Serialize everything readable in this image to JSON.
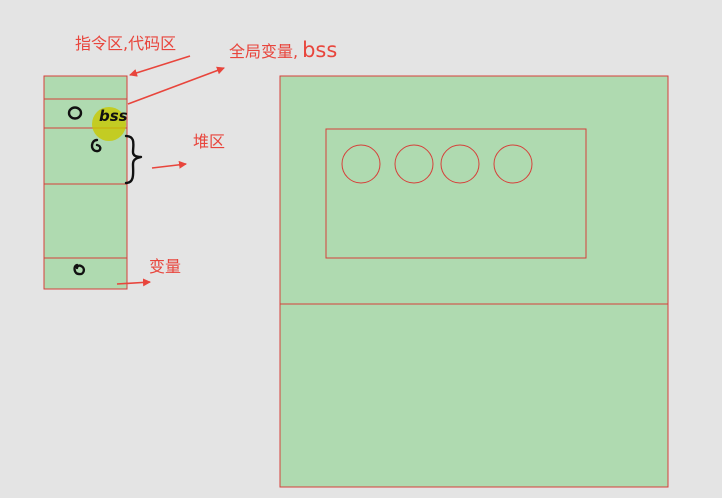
{
  "diagram": {
    "labels": {
      "code_area": "指令区,代码区",
      "global_vars": "全局变量,",
      "bss": "bss",
      "heap": "堆区",
      "variable": "变量",
      "handwritten_bss": "bss"
    },
    "colors": {
      "background": "#e4e4e4",
      "block_fill": "#afdab0",
      "block_stroke": "#d6403a",
      "label": "#e8453c",
      "highlight": "#c8c800",
      "ink": "#111111"
    },
    "big_circle_count": 4
  }
}
